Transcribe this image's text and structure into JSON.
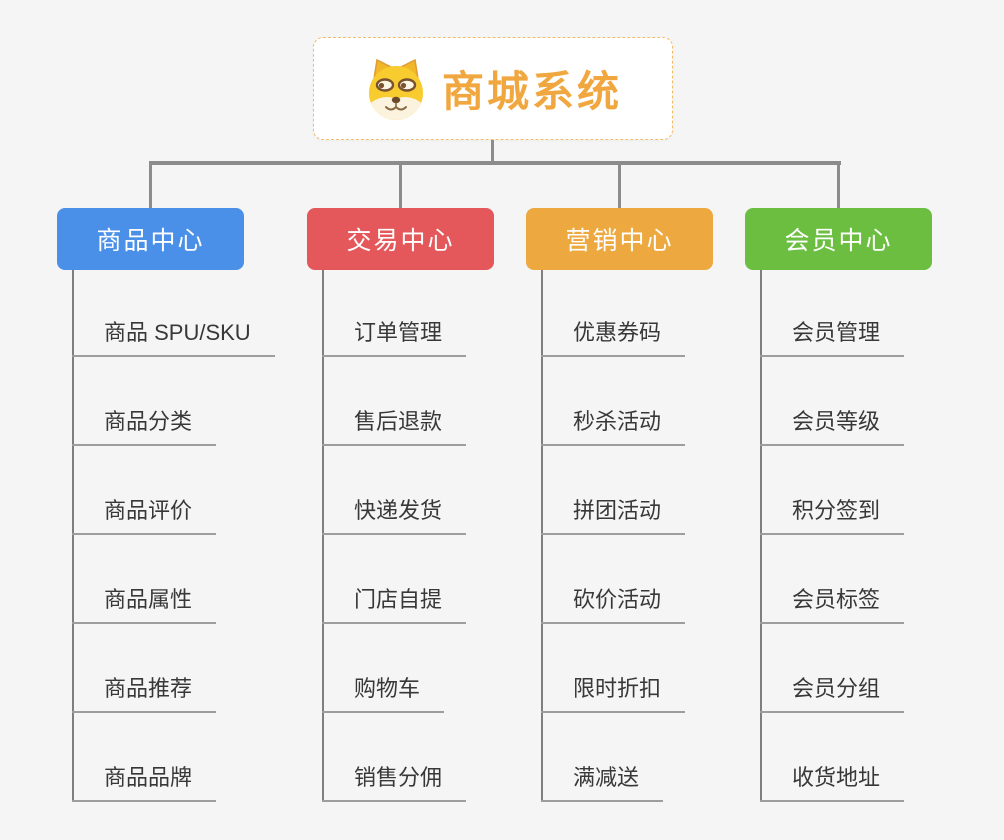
{
  "page": {
    "background_color": "#f5f5f6",
    "connector_color": "#8c8c8c"
  },
  "root": {
    "title": "商城系统",
    "icon": "doge-icon",
    "title_color": "#f1a73f",
    "border_color": "#f3bc6b"
  },
  "branches": [
    {
      "label": "商品中心",
      "color": "#4a90e8",
      "items": [
        "商品 SPU/SKU",
        "商品分类",
        "商品评价",
        "商品属性",
        "商品推荐",
        "商品品牌"
      ]
    },
    {
      "label": "交易中心",
      "color": "#e4575a",
      "items": [
        "订单管理",
        "售后退款",
        "快递发货",
        "门店自提",
        "购物车",
        "销售分佣"
      ]
    },
    {
      "label": "营销中心",
      "color": "#eda83f",
      "items": [
        "优惠券码",
        "秒杀活动",
        "拼团活动",
        "砍价活动",
        "限时折扣",
        "满减送"
      ]
    },
    {
      "label": "会员中心",
      "color": "#6cbe41",
      "items": [
        "会员管理",
        "会员等级",
        "积分签到",
        "会员标签",
        "会员分组",
        "收货地址"
      ]
    }
  ]
}
